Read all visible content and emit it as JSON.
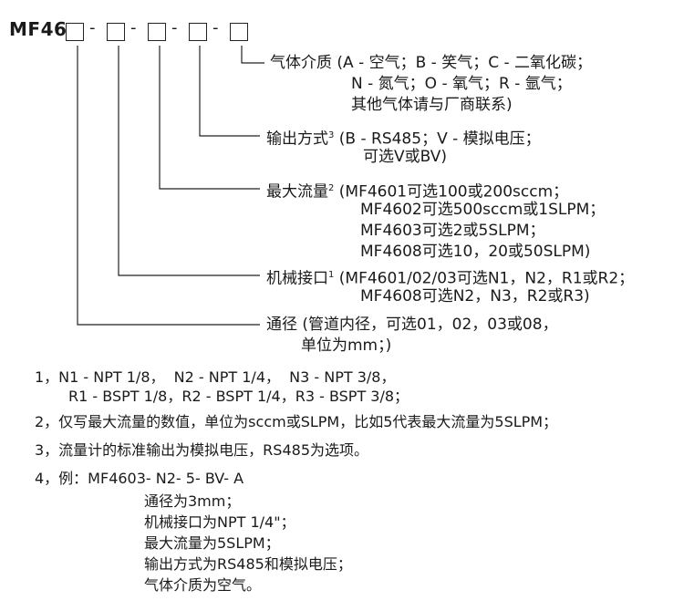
{
  "model_prefix": "MF46",
  "dash": "-",
  "labels": {
    "gas": {
      "lines": [
        "气体介质 (A - 空气；B - 笑气；C - 二氧化碳；",
        "N - 氮气；O - 氧气；R - 氩气；",
        "其他气体请与厂商联系)"
      ]
    },
    "output": {
      "title": "输出方式",
      "sup": "3",
      "lines": [
        "(B - RS485；V - 模拟电压；",
        "可选V或BV)"
      ]
    },
    "flow": {
      "title": "最大流量",
      "sup": "2",
      "lines": [
        "(MF4601可选100或200sccm；",
        "MF4602可选500sccm或1SLPM；",
        "MF4603可选2或5SLPM；",
        "MF4608可选10，20或50SLPM)"
      ]
    },
    "mech": {
      "title": "机械接口",
      "sup": "1",
      "lines": [
        "(MF4601/02/03可选N1，N2，R1或R2；",
        "MF4608可选N2，N3，R2或R3)"
      ]
    },
    "bore": {
      "lines": [
        "通径 (管道内径，可选01，02，03或08，",
        "单位为mm；)"
      ]
    }
  },
  "notes": {
    "n1": [
      "1，N1 - NPT 1/8，  N2 - NPT 1/4，  N3 - NPT 3/8，",
      "R1 - BSPT 1/8，R2 - BSPT 1/4，R3 - BSPT 3/8；"
    ],
    "n2": "2，仅写最大流量的数值，单位为sccm或SLPM，比如5代表最大流量为5SLPM；",
    "n3": "3，流量计的标准输出为模拟电压，RS485为选项。",
    "n4": "4，例：MF4603- N2- 5- BV- A",
    "example": [
      "通径为3mm；",
      "机械接口为NPT 1/4\"；",
      "最大流量为5SLPM；",
      "输出方式为RS485和模拟电压；",
      "气体介质为空气。"
    ]
  }
}
